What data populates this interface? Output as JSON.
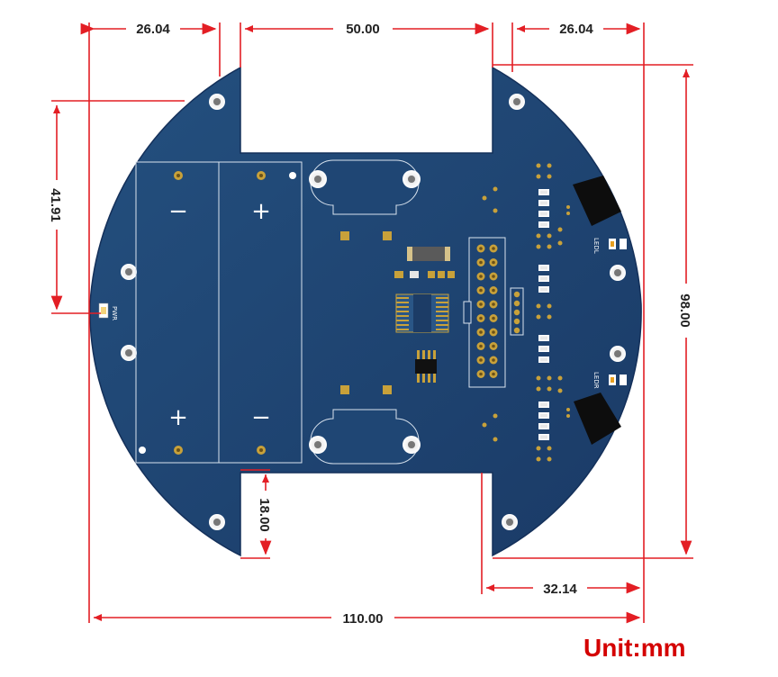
{
  "dimensions": {
    "left_notch_width": "26.04",
    "center_gap_width": "50.00",
    "right_notch_width": "26.04",
    "left_height": "41.91",
    "right_height": "98.00",
    "bottom_notch_height": "18.00",
    "bottom_right_width": "32.14",
    "total_width": "110.00"
  },
  "unit_label": "Unit:mm",
  "silkscreen": {
    "pwr": "PWR",
    "ledl": "LEDL",
    "ledr": "LEDR",
    "minus": "−",
    "plus": "+"
  },
  "colors": {
    "board": "#1e4270",
    "dim_line": "#e31e24",
    "unit_text": "#d40000",
    "pad_gold": "#c8a13a"
  }
}
